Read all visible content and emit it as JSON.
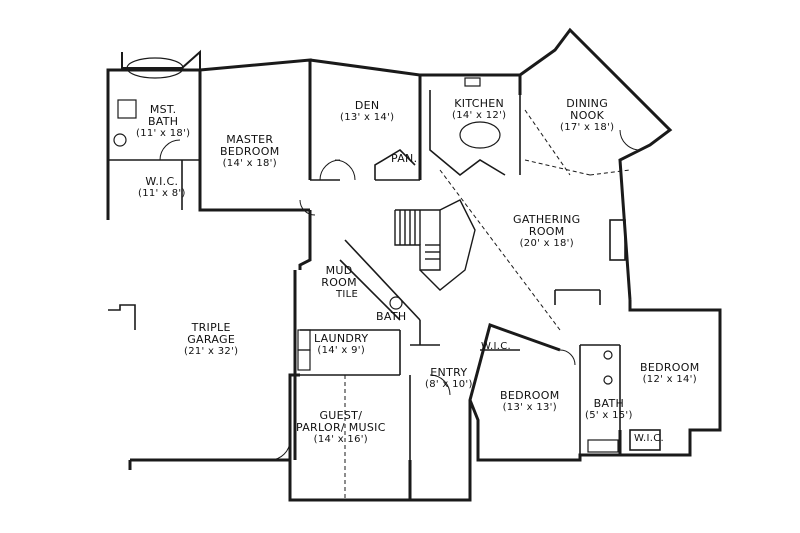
{
  "colors": {
    "line": "#1a1a1a",
    "background": "#ffffff"
  },
  "rooms": {
    "mst_bath": {
      "name_line1": "MST.",
      "name_line2": "BATH",
      "size": "(11' x 18')"
    },
    "master_bedroom": {
      "name_line1": "MASTER",
      "name_line2": "BEDROOM",
      "size": "(14' x 18')"
    },
    "wic_master": {
      "name": "W.I.C.",
      "size": "(11' x 8')"
    },
    "den": {
      "name": "DEN",
      "size": "(13' x 14')"
    },
    "kitchen": {
      "name": "KITCHEN",
      "size": "(14' x 12')"
    },
    "pan": {
      "name": "PAN."
    },
    "dining_nook": {
      "name_line1": "DINING",
      "name_line2": "NOOK",
      "size": "(17' x 18')"
    },
    "gathering_room": {
      "name_line1": "GATHERING",
      "name_line2": "ROOM",
      "size": "(20' x 18')"
    },
    "mud_room": {
      "name_line1": "MUD",
      "name_line2": "ROOM",
      "floor": "TILE"
    },
    "bath_small": {
      "name": "BATH"
    },
    "laundry": {
      "name": "LAUNDRY",
      "size": "(14' x 9')"
    },
    "triple_garage": {
      "name_line1": "TRIPLE",
      "name_line2": "GARAGE",
      "size": "(21' x 32')"
    },
    "entry": {
      "name": "ENTRY",
      "size": "(8' x 10')"
    },
    "guest_parlor": {
      "name_line1": "GUEST/",
      "name_line2": "PARLOR/ MUSIC",
      "size": "(14' x 16')"
    },
    "wic_bedroom": {
      "name": "W.I.C."
    },
    "bedroom_center": {
      "name": "BEDROOM",
      "size": "(13' x 13')"
    },
    "bath_bedrooms": {
      "name": "BATH",
      "size": "(5' x 15')"
    },
    "bedroom_right": {
      "name": "BEDROOM",
      "size": "(12' x 14')"
    },
    "wic_right": {
      "name": "W.I.C."
    }
  }
}
